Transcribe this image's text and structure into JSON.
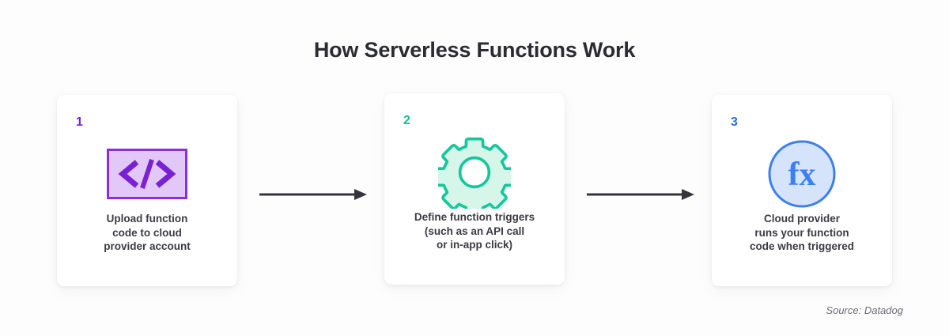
{
  "title": "How Serverless Functions Work",
  "background_color": "#fdfdfd",
  "title_color": "#2b2b33",
  "steps": [
    {
      "number": "1",
      "number_color": "#7a21d4",
      "icon_name": "code-brackets-icon",
      "icon_glyph": "</>",
      "icon_fill": "#e2c8f7",
      "icon_stroke": "#8b2fd6",
      "caption": "Upload function\ncode to cloud\nprovider account"
    },
    {
      "number": "2",
      "number_color": "#0fbf8f",
      "icon_name": "gear-icon",
      "icon_glyph": "gear",
      "icon_fill": "#d5f6e8",
      "icon_stroke": "#14c79c",
      "caption": "Define function triggers\n(such as an API call\nor in-app click)"
    },
    {
      "number": "3",
      "number_color": "#2a6fdb",
      "icon_name": "function-fx-icon",
      "icon_glyph": "fx",
      "icon_fill": "#d6e4fb",
      "icon_stroke": "#3b7ff0",
      "caption": "Cloud provider\nruns your function\ncode when triggered"
    }
  ],
  "arrows": [
    {
      "name": "arrow-step1-to-step2",
      "direction": "right",
      "color": "#34343c"
    },
    {
      "name": "arrow-step2-to-step3",
      "direction": "right",
      "color": "#34343c"
    }
  ],
  "source": "Source: Datadog"
}
